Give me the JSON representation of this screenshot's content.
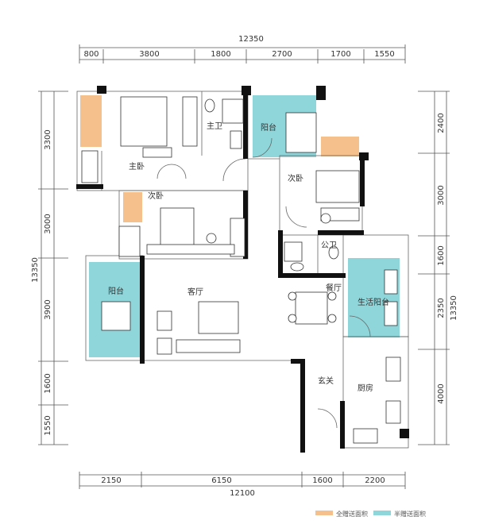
{
  "colors": {
    "full_area": "#F6C08C",
    "half_area": "#8FD6DA",
    "wall": "#111111",
    "dim_line": "#555555"
  },
  "dimensions": {
    "top_total": "12350",
    "top_segments": [
      "800",
      "3800",
      "1800",
      "2700",
      "1700",
      "1550"
    ],
    "bottom_total": "12100",
    "bottom_segments": [
      "2150",
      "6150",
      "1600",
      "2200"
    ],
    "left_total": "13350",
    "left_segments": [
      "3300",
      "3000",
      "3900",
      "1600",
      "1550"
    ],
    "right_total": "13350",
    "right_segments": [
      "2400",
      "3000",
      "1600",
      "2350",
      "4000"
    ]
  },
  "rooms": {
    "master_bath": "主卫",
    "master_bedroom": "主卧",
    "balcony_top": "阳台",
    "second_bedroom_right": "次卧",
    "second_bedroom_left": "次卧",
    "public_bath": "公卫",
    "living_room": "客厅",
    "dining": "餐厅",
    "service_balcony": "生活阳台",
    "balcony_left": "阳台",
    "entrance": "玄关",
    "kitchen": "厨房"
  },
  "legend": {
    "full_label": "全赠送面积",
    "half_label": "半赠送面积"
  }
}
